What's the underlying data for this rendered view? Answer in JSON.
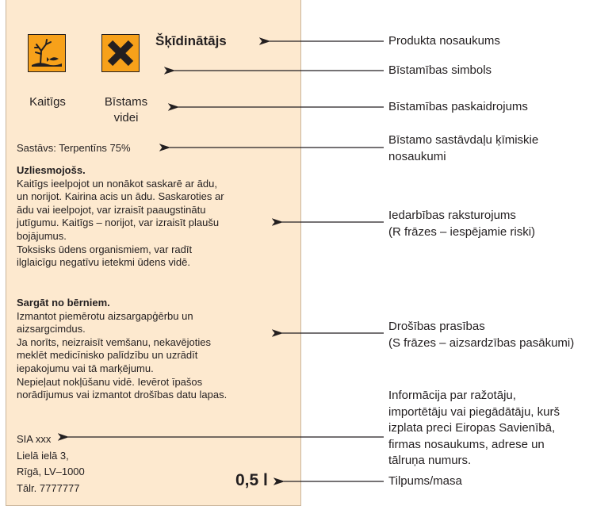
{
  "label": {
    "product_name": "Šķīdinātājs",
    "symbols": [
      {
        "icon": "dead-tree-and-fish-icon",
        "caption_lines": [
          "Kaitīgs"
        ]
      },
      {
        "icon": "saltire-cross-icon",
        "caption_lines": [
          "Bīstams",
          "videi"
        ]
      }
    ],
    "composition": "Sastāvs: Terpentīns 75%",
    "risk": {
      "heading": "Uzliesmojošs.",
      "lines": [
        "Kaitīgs ieelpojot un nonākot saskarē ar ādu,",
        "un norijot. Kairina acis un ādu. Saskaroties ar",
        "ādu vai ieelpojot, var izraisīt paaugstinātu",
        "jutīgumu. Kaitīgs – norijot, var izraisīt plaušu",
        "bojājumus.",
        "Toksisks ūdens organismiem, var radīt",
        "ilglaicīgu negatīvu ietekmi ūdens vidē."
      ]
    },
    "safety": {
      "heading": "Sargāt no bērniem.",
      "lines": [
        "Izmantot piemērotu aizsargapģērbu un",
        "aizsargcimdus.",
        "Ja norīts, neizraisīt vemšanu, nekavējoties",
        "meklēt medicīnisko palīdzību un uzrādīt",
        "iepakojumu vai tā marķējumu.",
        "Nepieļaut nokļūšanu vidē. Ievērot īpašos",
        "norādījumus vai izmantot drošības datu lapas."
      ]
    },
    "address_lines": [
      "SIA xxx",
      "Lielā ielā 3,",
      "Rīgā, LV–1000",
      "Tālr. 7777777"
    ],
    "volume": "0,5 l"
  },
  "callouts": [
    {
      "lines": [
        "Produkta nosaukums"
      ]
    },
    {
      "lines": [
        "Bīstamības simbols"
      ]
    },
    {
      "lines": [
        "Bīstamības paskaidrojums"
      ]
    },
    {
      "lines": [
        "Bīstamo sastāvdaļu ķīmiskie",
        "nosaukumi"
      ]
    },
    {
      "lines": [
        "Iedarbības raksturojums",
        "(R frāzes – iespējamie riski)"
      ]
    },
    {
      "lines": [
        "Drošības prasības",
        "(S frāzes – aizsardzības pasākumi)"
      ]
    },
    {
      "lines": [
        "Informācija par ražotāju,",
        "importētāju vai piegādātāju, kurš",
        "izplata preci Eiropas Savienībā,",
        "firmas nosaukums, adrese un",
        "tālruņa numurs."
      ]
    },
    {
      "lines": [
        "Tilpums/masa"
      ]
    }
  ],
  "colors": {
    "label_background": "#fde9cf",
    "symbol_orange": "#f7a11a",
    "ink": "#231f20"
  }
}
